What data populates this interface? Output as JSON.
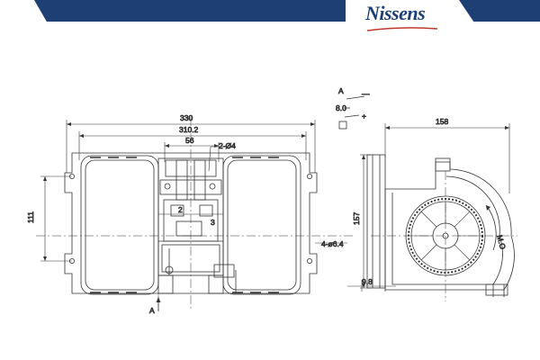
{
  "brand": {
    "logo_text": "Nissens",
    "accent_color": "#1d3f73",
    "swoosh_color": "#c0392b"
  },
  "dimensions": {
    "overall_width": "330",
    "inner_width": "310.2",
    "outlet_width": "56",
    "outlet_holes": "2-Ø4",
    "mount_height": "111",
    "mount_holes": "4-ø6.4",
    "side_depth": "158",
    "side_height": "157",
    "flange": "9.8"
  },
  "section_label": "A",
  "section_marker_label": "A",
  "wiring": {
    "label_a": "A",
    "ground": "—",
    "plus": "+",
    "connector_code": "8.0"
  },
  "labels": {
    "rotation": "M.O",
    "pin2": "2",
    "pin3": "3"
  }
}
